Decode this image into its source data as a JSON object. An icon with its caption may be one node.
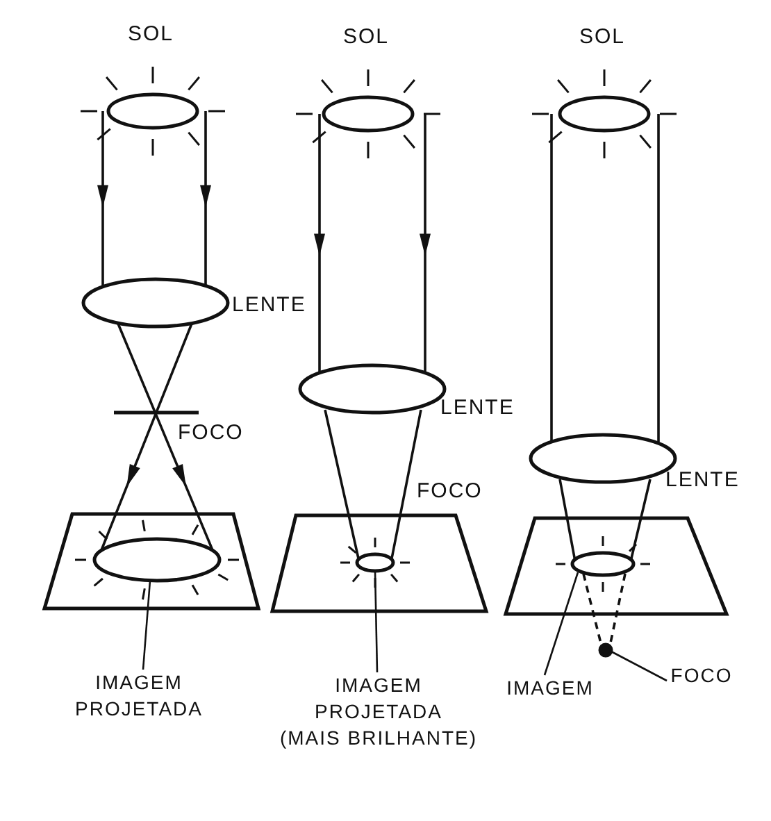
{
  "diagram": {
    "nodes": [
      {
        "text": [
          "SOL"
        ]
      },
      {
        "text": [
          "SOL"
        ]
      },
      {
        "text": [
          "SOL"
        ]
      },
      {
        "text": [
          "LENTE"
        ]
      },
      {
        "text": [
          "LENTE"
        ]
      },
      {
        "text": [
          "LENTE"
        ]
      },
      {
        "text": [],
        "shape": "circle"
      },
      {
        "text": [],
        "shape": "circle"
      },
      {
        "text": [],
        "shape": "circle"
      },
      {
        "text": [],
        "shape": "circle"
      },
      {
        "text": [
          "IMAGEM PROJETADA"
        ]
      },
      {
        "text": [
          "IMAGEM PROJETADA (MAIS BRILHANTE)"
        ]
      },
      {
        "text": [
          "IMAGEM"
        ]
      },
      {
        "text": [
          "FOCO"
        ]
      }
    ],
    "edges": [
      {
        "from": 0,
        "to": 3,
        "arrow": "to"
      },
      {
        "from": 0,
        "to": 3,
        "arrow": "to"
      },
      {
        "from": 1,
        "to": 4,
        "arrow": "to"
      },
      {
        "from": 1,
        "to": 4,
        "arrow": "to"
      },
      {
        "from": 2,
        "to": 5,
        "arrow": "none"
      },
      {
        "from": 2,
        "to": 5,
        "arrow": "none"
      },
      {
        "from": 3,
        "to": 6,
        "arrow": "to"
      },
      {
        "from": 3,
        "to": 6,
        "arrow": "to"
      },
      {
        "from": 4,
        "to": 7,
        "arrow": "none"
      },
      {
        "from": 4,
        "to": 7,
        "arrow": "none"
      },
      {
        "from": 5,
        "to": 8,
        "arrow": "none"
      },
      {
        "from": 5,
        "to": 8,
        "arrow": "none"
      },
      {
        "from": 8,
        "to": 9,
        "arrow": "none",
        "style": "dashed"
      },
      {
        "from": 8,
        "to": 9,
        "arrow": "none",
        "style": "dashed"
      },
      {
        "from": 10,
        "to": 6,
        "arrow": "none"
      },
      {
        "from": 11,
        "to": 7,
        "arrow": "none"
      },
      {
        "from": 12,
        "to": 8,
        "arrow": "none"
      },
      {
        "from": 13,
        "to": 9,
        "arrow": "none"
      }
    ],
    "labels": [
      "FOCO",
      "FOCO"
    ]
  }
}
